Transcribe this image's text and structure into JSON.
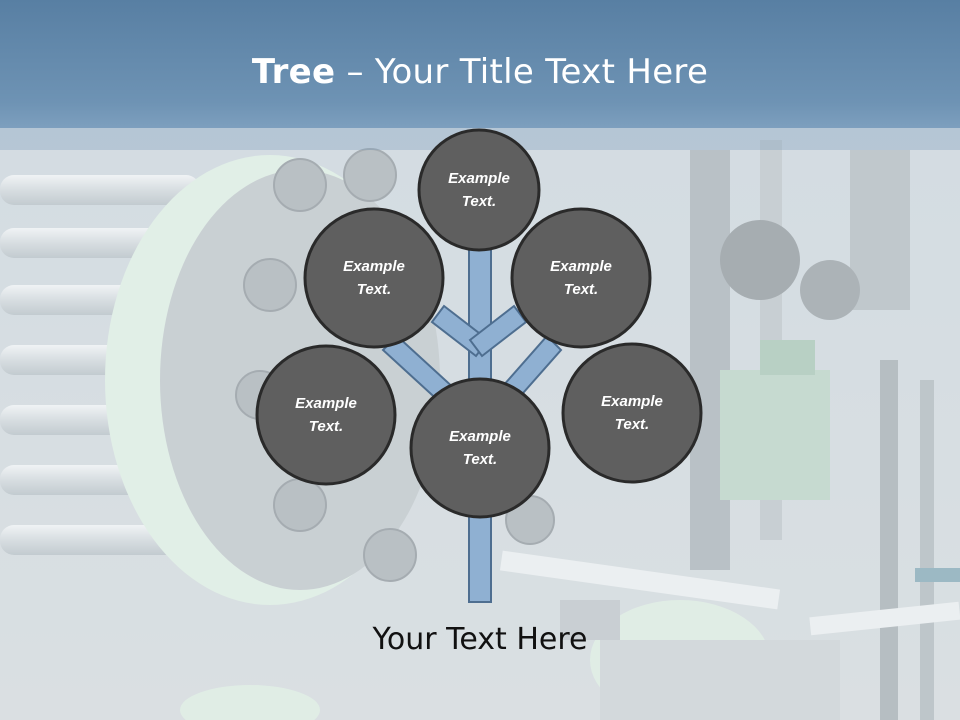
{
  "slide": {
    "title_bold": "Tree",
    "title_separator": " – ",
    "title_rest": "Your Title Text Here",
    "footer_text": "Your Text Here"
  },
  "tree": {
    "nodes": [
      {
        "id": "top",
        "label_line1": "Example",
        "label_line2": "Text."
      },
      {
        "id": "upper-left",
        "label_line1": "Example",
        "label_line2": "Text."
      },
      {
        "id": "upper-right",
        "label_line1": "Example",
        "label_line2": "Text."
      },
      {
        "id": "lower-left",
        "label_line1": "Example",
        "label_line2": "Text."
      },
      {
        "id": "center",
        "label_line1": "Example",
        "label_line2": "Text."
      },
      {
        "id": "lower-right",
        "label_line1": "Example",
        "label_line2": "Text."
      }
    ]
  },
  "colors": {
    "title_band": "#5f85a8",
    "node_fill": "#5f5f5f",
    "node_stroke": "#2a2a2a",
    "branch_fill": "#8fb0d2",
    "branch_stroke": "#4e6e90"
  }
}
